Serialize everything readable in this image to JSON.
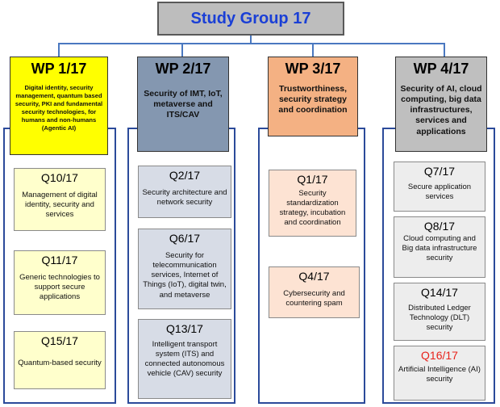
{
  "root": {
    "title": "Study Group 17"
  },
  "wps": [
    {
      "title": "WP 1/17",
      "desc": "Digital identity, security management, quantum based security, PKI and fundamental security technologies, for humans and non-humans (Agentic AI)",
      "color": "#ffff00"
    },
    {
      "title": "WP 2/17",
      "desc": "Security of IMT, IoT, metaverse and ITS/CAV",
      "color": "#8497b0"
    },
    {
      "title": "WP 3/17",
      "desc": "Trustworthiness, security strategy and coordination",
      "color": "#f4b183"
    },
    {
      "title": "WP 4/17",
      "desc": "Security of AI, cloud computing, big data infrastructures, services and applications",
      "color": "#bfbfbf"
    }
  ],
  "questions": {
    "wp1": [
      {
        "title": "Q10/17",
        "desc": "Management of digital identity, security and services"
      },
      {
        "title": "Q11/17",
        "desc": "Generic technologies to support secure applications"
      },
      {
        "title": "Q15/17",
        "desc": "Quantum-based security"
      }
    ],
    "wp2": [
      {
        "title": "Q2/17",
        "desc": "Security architecture and network security"
      },
      {
        "title": "Q6/17",
        "desc": "Security for telecommunication services, Internet of Things (IoT), digital twin, and metaverse"
      },
      {
        "title": "Q13/17",
        "desc": "Intelligent transport system (ITS) and connected autonomous vehicle (CAV) security"
      }
    ],
    "wp3": [
      {
        "title": "Q1/17",
        "desc": "Security standardization strategy, incubation and coordination"
      },
      {
        "title": "Q4/17",
        "desc": "Cybersecurity and countering spam"
      }
    ],
    "wp4": [
      {
        "title": "Q7/17",
        "desc": "Secure application services"
      },
      {
        "title": "Q8/17",
        "desc": "Cloud computing and Big data infrastructure security"
      },
      {
        "title": "Q14/17",
        "desc": "Distributed Ledger Technology (DLT) security"
      },
      {
        "title": "Q16/17",
        "desc": "Artificial Intelligence (AI) security",
        "title_color": "#e8221b"
      }
    ]
  }
}
